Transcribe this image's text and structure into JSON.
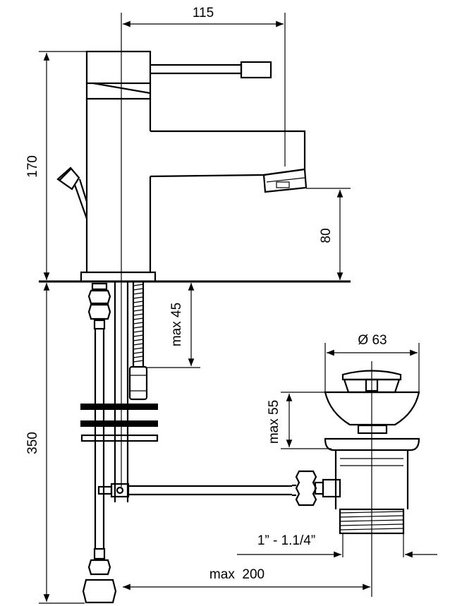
{
  "dimensions": {
    "spout_reach": "115",
    "tap_height": "170",
    "spout_clearance": "80",
    "supply_length": "350",
    "deck_thickness": "max 45",
    "waste_diameter": "Ø 63",
    "pop_up_height": "max 55",
    "waste_thread": "1” - 1.1/4”",
    "rod_length": "max  200"
  },
  "colors": {
    "line": "#000000",
    "background": "#ffffff"
  }
}
